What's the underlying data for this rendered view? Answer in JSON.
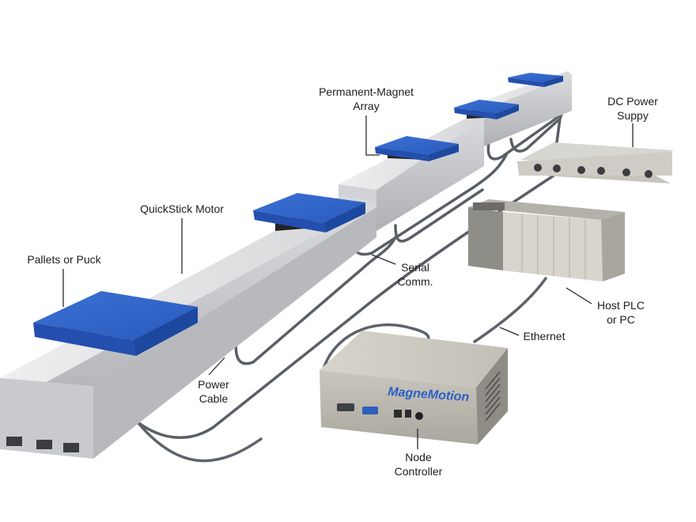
{
  "labels": {
    "permanent_magnet": {
      "line1": "Permanent-Magnet",
      "line2": "Array"
    },
    "dc_power": {
      "line1": "DC Power",
      "line2": "Suppy"
    },
    "quickstick": "QuickStick Motor",
    "pallets": "Pallets or Puck",
    "serial": {
      "line1": "Serial",
      "line2": "Comm."
    },
    "host_plc": {
      "line1": "Host PLC",
      "line2": "or PC"
    },
    "ethernet": "Ethernet",
    "power_cable": {
      "line1": "Power",
      "line2": "Cable"
    },
    "node": {
      "line1": "Node",
      "line2": "Controller"
    }
  },
  "brand": "MagneMotion",
  "colors": {
    "puck_top": "#2f63c7",
    "puck_side": "#1d48a0",
    "rail_top": "#e4e4e6",
    "rail_side": "#c3c4c8",
    "cable": "#555a60",
    "housing": "#bfbcb4",
    "brand_text": "#2c5fc4"
  }
}
